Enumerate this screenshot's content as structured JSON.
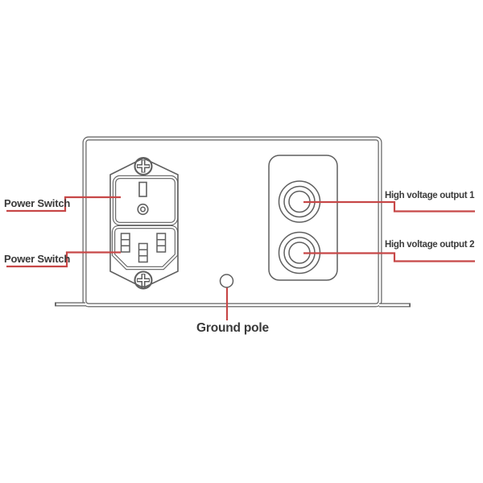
{
  "labels": {
    "power_switch_1": "Power Switch",
    "power_switch_2": "Power Switch",
    "hv_output_1": "High voltage output 1",
    "hv_output_2": "High voltage output 2",
    "ground_pole": "Ground pole"
  },
  "colors": {
    "line": "#5f5f5f",
    "callout": "#c74747",
    "text": "#3a3a3a",
    "background": "#ffffff"
  },
  "parts": {
    "chassis": "device-front-panel",
    "power_module": "power-entry-module",
    "switch_section": "switch-fuse-section",
    "inlet_section": "iec-c14-inlet",
    "screw_top": "phillips-screw",
    "screw_bottom": "phillips-screw",
    "output_module": "output-connector-panel",
    "connector_1": "high-voltage-connector-1",
    "connector_2": "high-voltage-connector-2",
    "ground": "ground-pole-hole"
  }
}
